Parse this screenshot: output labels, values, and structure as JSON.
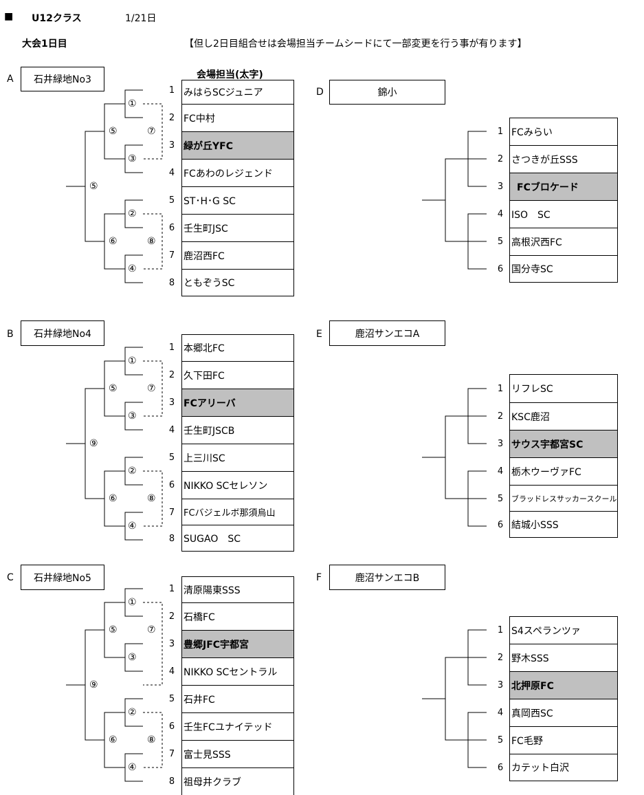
{
  "header": {
    "marker": "■",
    "class_title": "U12クラス",
    "date": "1/21日",
    "day_label": "大会1日目",
    "note": "【但し2日目組合せは会場担当チームシードにて一部変更を行う事が有ります】",
    "host_label": "会場担当(太字)"
  },
  "groups": {
    "A": {
      "letter": "A",
      "venue": "石井緑地No3",
      "root": "⑤",
      "teams": [
        "みはらSCジュニア",
        "FC中村",
        "緑が丘YFC",
        "FCあわのレジェンド",
        "ST･H･G SC",
        "壬生町JSC",
        "鹿沼西FC",
        "ともぞうSC"
      ]
    },
    "B": {
      "letter": "B",
      "venue": "石井緑地No4",
      "root": "⑨",
      "teams": [
        "本郷北FC",
        "久下田FC",
        "FCアリーバ",
        "壬生町JSCB",
        "上三川SC",
        "NIKKO SCセレソン",
        "FCバジェルボ那須烏山",
        "SUGAO　SC"
      ]
    },
    "C": {
      "letter": "C",
      "venue": "石井緑地No5",
      "root": "⑨",
      "teams": [
        "清原陽東SSS",
        "石橋FC",
        "豊郷JFC宇都宮",
        "NIKKO SCセントラル",
        "石井FC",
        "壬生FCユナイテッド",
        "富士見SSS",
        "祖母井クラブ"
      ]
    },
    "D": {
      "letter": "D",
      "venue": "錦小",
      "teams": [
        "FCみらい",
        "さつきが丘SSS",
        "FCブロケード",
        "ISO　SC",
        "高根沢西FC",
        "国分寺SC"
      ]
    },
    "E": {
      "letter": "E",
      "venue": "鹿沼サンエコA",
      "teams": [
        "リフレSC",
        "KSC鹿沼",
        "サウス宇都宮SC",
        "栃木ウーヴァFC",
        "ブラッドレスサッカースクール",
        "結城小SSS"
      ]
    },
    "F": {
      "letter": "F",
      "venue": "鹿沼サンエコB",
      "teams": [
        "S4スペランツァ",
        "野木SSS",
        "北押原FC",
        "真岡西SC",
        "FC毛野",
        "カテット白沢"
      ]
    }
  },
  "numbers": [
    "1",
    "2",
    "3",
    "4",
    "5",
    "6",
    "7",
    "8"
  ],
  "match_labels": {
    "m1": "①",
    "m2": "②",
    "m3": "③",
    "m4": "④",
    "m5": "⑤",
    "m6": "⑥",
    "m7": "⑦",
    "m8": "⑧"
  }
}
